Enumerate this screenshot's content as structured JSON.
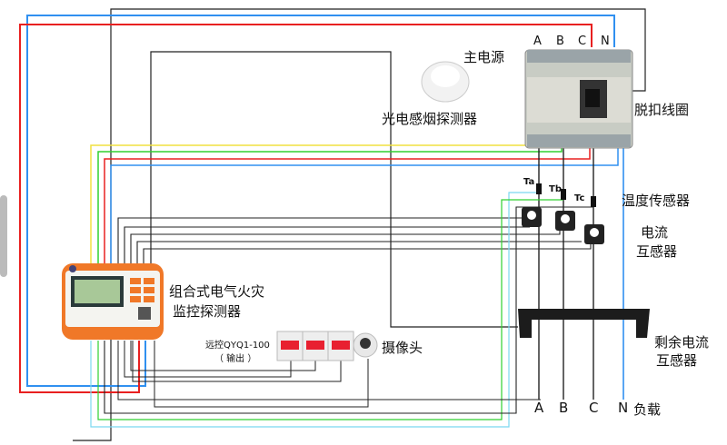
{
  "labels": {
    "main_power": "主电源",
    "smoke_detector": "光电感烟探测器",
    "trip_coil": "脱扣线圈",
    "temp_sensor": "温度传感器",
    "ct_line1": "电流",
    "ct_line2": "互感器",
    "device_line1": "组合式电气火灾",
    "device_line2": "监控探测器",
    "remote_line1": "远控QYQ1-100",
    "remote_line2": "（ 输出 ）",
    "camera": "摄像头",
    "rct_line1": "剩余电流",
    "rct_line2": "互感器",
    "load": "负载"
  },
  "breaker_terminals": [
    "A",
    "B",
    "C",
    "N"
  ],
  "load_terminals": [
    "A",
    "B",
    "C",
    "N"
  ],
  "temp_sensor_tags": [
    "Ta",
    "Tb",
    "Tc"
  ],
  "colors": {
    "phase_a": "#f0e040",
    "phase_b": "#30d030",
    "phase_c": "#e82020",
    "neutral": "#3090f0",
    "signal": "#222222",
    "device": "#f07828"
  }
}
